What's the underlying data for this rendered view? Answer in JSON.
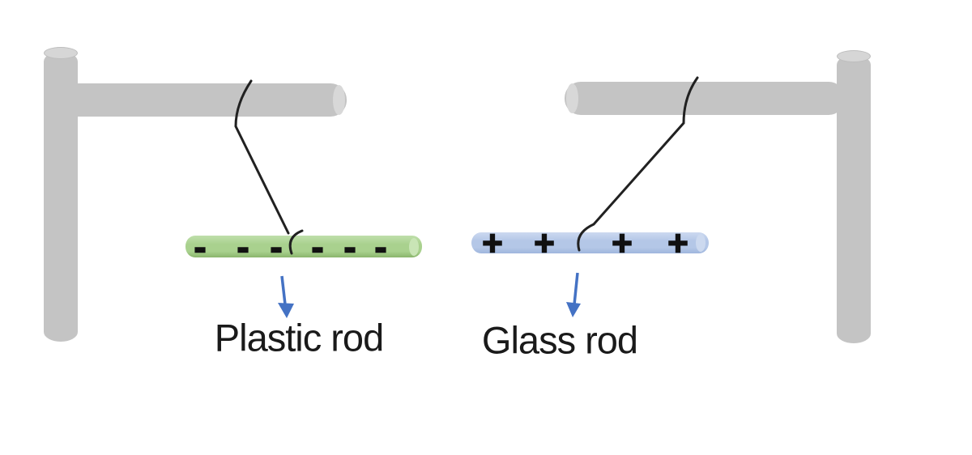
{
  "plastic_rod": {
    "label": "Plastic rod",
    "charge_symbol": "-",
    "charge_count": 6,
    "charge_type": "negative",
    "rod_color": "#a9d18e"
  },
  "glass_rod": {
    "label": "Glass rod",
    "charge_symbol": "+",
    "charge_count": 4,
    "charge_type": "positive",
    "rod_color": "#b4c7e7"
  },
  "colors": {
    "stand_gray": "#c4c4c4",
    "stand_cap_gray": "#d6d6d6",
    "string_black": "#212121",
    "arrow_blue": "#4472c4",
    "label_text": "#1a1a1a"
  }
}
